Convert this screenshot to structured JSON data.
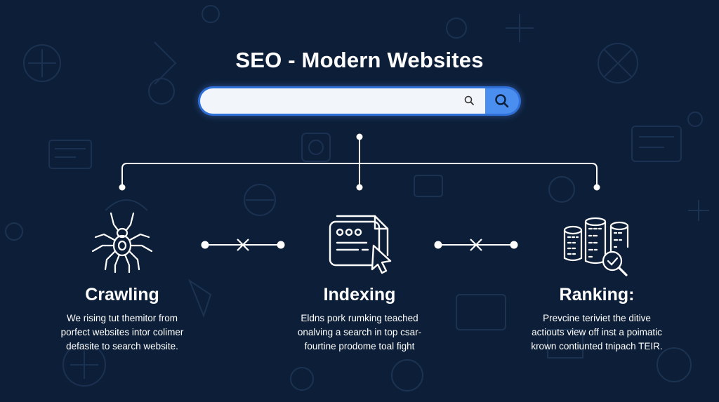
{
  "header": {
    "title": "SEO - Modern Websites"
  },
  "search": {
    "value": "",
    "placeholder": "",
    "icon": "search-icon",
    "button_icon": "search-icon"
  },
  "colors": {
    "background": "#0d1f38",
    "search_accent": "#4a8ef0",
    "line": "#ffffff"
  },
  "stages": [
    {
      "icon": "spider-icon",
      "title": "Crawling",
      "description": [
        "We rising tut themitor from",
        "porfect websites intor colimer",
        "defasite to search website."
      ]
    },
    {
      "icon": "document-cursor-icon",
      "title": "Indexing",
      "description": [
        "Eldns pork rumking teached",
        "onalving a search in top csar-",
        "fourtine prodome toal fight"
      ]
    },
    {
      "icon": "database-magnifier-icon",
      "title": "Ranking:",
      "description": [
        "Prevcine teriviet the ditive",
        "actiouts view off inst a poimatic",
        "krown contiunted tnipach TEIR."
      ]
    }
  ]
}
